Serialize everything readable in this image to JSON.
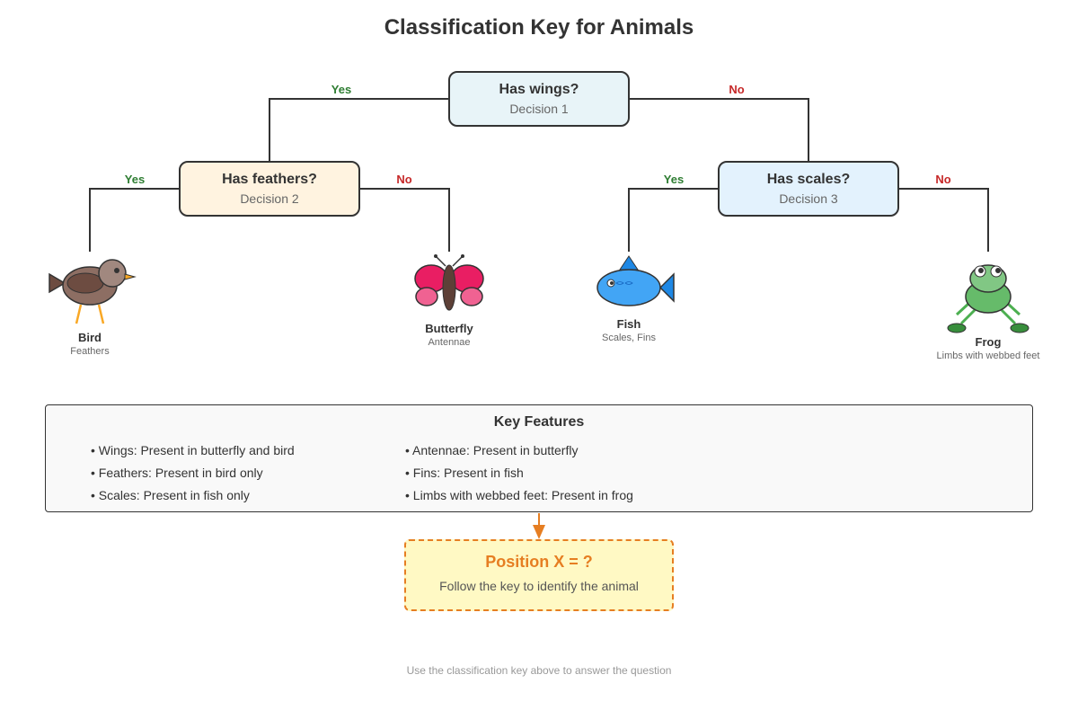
{
  "title": "Classification Key for Animals",
  "decisions": [
    {
      "question": "Has wings?",
      "label": "Decision 1",
      "fill": "#e8f4f8"
    },
    {
      "question": "Has feathers?",
      "label": "Decision 2",
      "fill": "#fff3e0"
    },
    {
      "question": "Has scales?",
      "label": "Decision 3",
      "fill": "#e3f2fd"
    }
  ],
  "edge_labels": {
    "d1_yes": "Yes",
    "d1_no": "No",
    "d2_yes": "Yes",
    "d2_no": "No",
    "d3_yes": "Yes",
    "d3_no": "No"
  },
  "animals": [
    {
      "name": "Bird",
      "feature": "Feathers",
      "icon": "bird-icon"
    },
    {
      "name": "Butterfly",
      "feature": "Antennae",
      "icon": "butterfly-icon"
    },
    {
      "name": "Fish",
      "feature": "Scales, Fins",
      "icon": "fish-icon"
    },
    {
      "name": "Frog",
      "feature": "Limbs with webbed feet",
      "icon": "frog-icon"
    }
  ],
  "key_features": {
    "title": "Key Features",
    "items": [
      "• Wings: Present in butterfly and bird",
      "• Feathers: Present in bird only",
      "• Scales: Present in fish only",
      "• Antennae: Present in butterfly",
      "• Fins: Present in fish",
      "• Limbs with webbed feet: Present in frog"
    ]
  },
  "position": {
    "title": "Position X = ?",
    "subtitle": "Follow the key to identify the animal"
  },
  "footer": "Use the classification key above to answer the question",
  "colors": {
    "yes": "#2e7d32",
    "no": "#c62828",
    "accent": "#e67e22",
    "line": "#333333"
  }
}
